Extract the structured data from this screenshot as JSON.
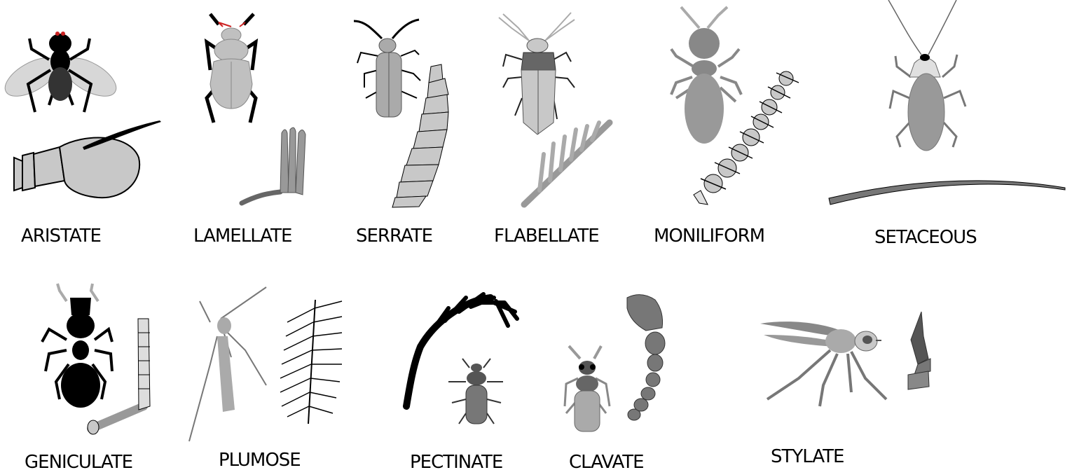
{
  "labels": {
    "aristate": "ARISTATE",
    "lamellate": "LAMELLATE",
    "serrate": "SERRATE",
    "flabellate": "FLABELLATE",
    "moniliform": "MONILIFORM",
    "setaceous": "SETACEOUS",
    "geniculate": "GENICULATE",
    "plumose": "PLUMOSE",
    "pectinate": "PECTINATE",
    "clavate": "CLAVATE",
    "stylate": "STYLATE"
  },
  "colors": {
    "black": "#000000",
    "dark_gray": "#5a5a5a",
    "mid_gray": "#8c8c8c",
    "light_gray": "#c8c8c8",
    "wing_gray": "#d7d7d7",
    "accent_red": "#cc2222"
  }
}
